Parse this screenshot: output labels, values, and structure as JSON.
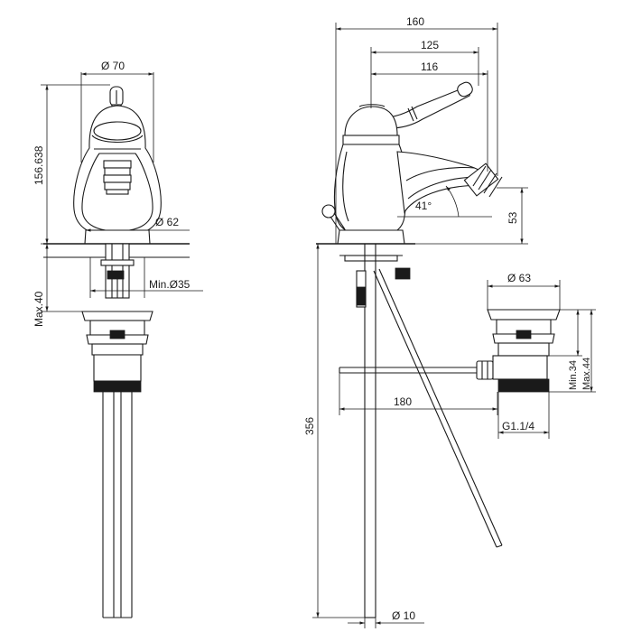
{
  "labels": {
    "front_width": "70",
    "front_height": "156.638",
    "front_base_dia": "62",
    "front_hole_min": "Min.Ø35",
    "front_deck_max": "Max.40",
    "side_overall": "160",
    "side_reach_lever": "125",
    "side_reach_spout": "116",
    "spout_angle": "41°",
    "spout_height": "53",
    "rod_length": "356",
    "rod_dia": "10",
    "waste_reach": "180",
    "waste_flange_dia": "63",
    "waste_min": "Min.34",
    "waste_max": "Max.44",
    "waste_thread": "G1.1/4"
  }
}
